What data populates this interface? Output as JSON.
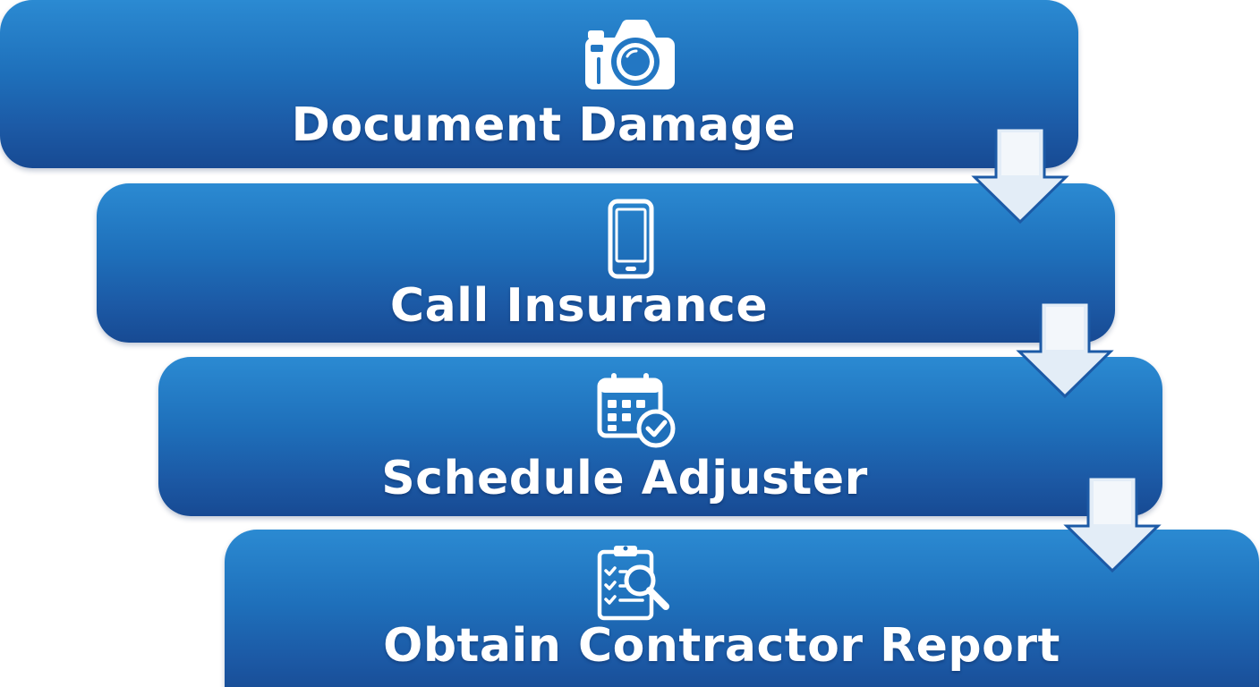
{
  "steps": [
    {
      "label": "Document Damage",
      "icon": "camera-icon"
    },
    {
      "label": "Call Insurance",
      "icon": "phone-icon"
    },
    {
      "label": "Schedule Adjuster",
      "icon": "calendar-check-icon"
    },
    {
      "label": "Obtain Contractor Report",
      "icon": "clipboard-search-icon"
    }
  ],
  "colors": {
    "box_top": "#2b8ad2",
    "box_bottom": "#174a93",
    "arrow_fill": "#e3edf7",
    "arrow_stroke": "#1c5aa6",
    "text": "#ffffff"
  }
}
